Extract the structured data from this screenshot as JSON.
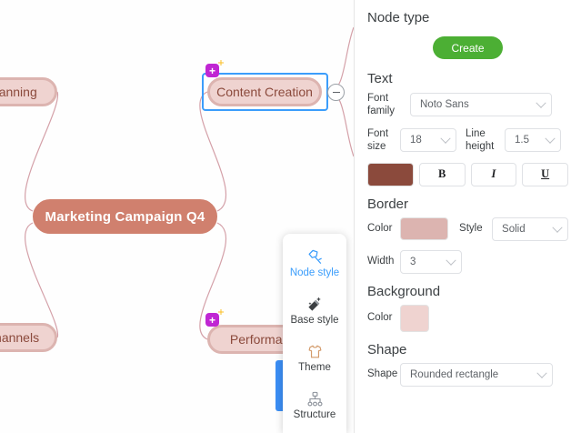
{
  "canvas": {
    "nodes": [
      {
        "id": "root",
        "label": "Marketing Campaign Q4"
      },
      {
        "id": "planning",
        "label": "Planning"
      },
      {
        "id": "channels",
        "label": "Channels"
      },
      {
        "id": "content",
        "label": "Content Creation"
      },
      {
        "id": "performance",
        "label": "Performance"
      }
    ],
    "colors": {
      "root_fill": "#d0806e",
      "root_text": "#ffffff",
      "child_fill": "#efd3d0",
      "child_border": "#dcb4b0",
      "child_text": "#8b4a3c",
      "branch": "#d4a0a8",
      "selection": "#3b9dfb",
      "ai_badge": "#c026d3"
    },
    "ai_badge_glyph": "+",
    "collapse_glyph": "−"
  },
  "toolbar": {
    "items": [
      {
        "label": "Node style",
        "icon": "node-style-icon",
        "active": true
      },
      {
        "label": "Base style",
        "icon": "magic-wand-icon",
        "active": false
      },
      {
        "label": "Theme",
        "icon": "tshirt-icon",
        "active": false
      },
      {
        "label": "Structure",
        "icon": "hierarchy-icon",
        "active": false
      }
    ],
    "accent_color": "#3b8ef5"
  },
  "panel": {
    "node_type": {
      "title": "Node type",
      "create_label": "Create",
      "create_color": "#4caf34"
    },
    "text": {
      "title": "Text",
      "font_family_label": "Font family",
      "font_family_value": "Noto Sans",
      "font_size_label": "Font size",
      "font_size_value": "18",
      "line_height_label": "Line height",
      "line_height_value": "1.5",
      "color_value": "#8b4a3c",
      "bold_label": "B",
      "italic_label": "I",
      "underline_label": "U"
    },
    "border": {
      "title": "Border",
      "color_label": "Color",
      "color_value": "#dcb4b0",
      "style_label": "Style",
      "style_value": "Solid",
      "width_label": "Width",
      "width_value": "3"
    },
    "background": {
      "title": "Background",
      "color_label": "Color",
      "color_value": "#efd3d0"
    },
    "shape": {
      "title": "Shape",
      "shape_label": "Shape",
      "shape_value": "Rounded rectangle"
    }
  }
}
